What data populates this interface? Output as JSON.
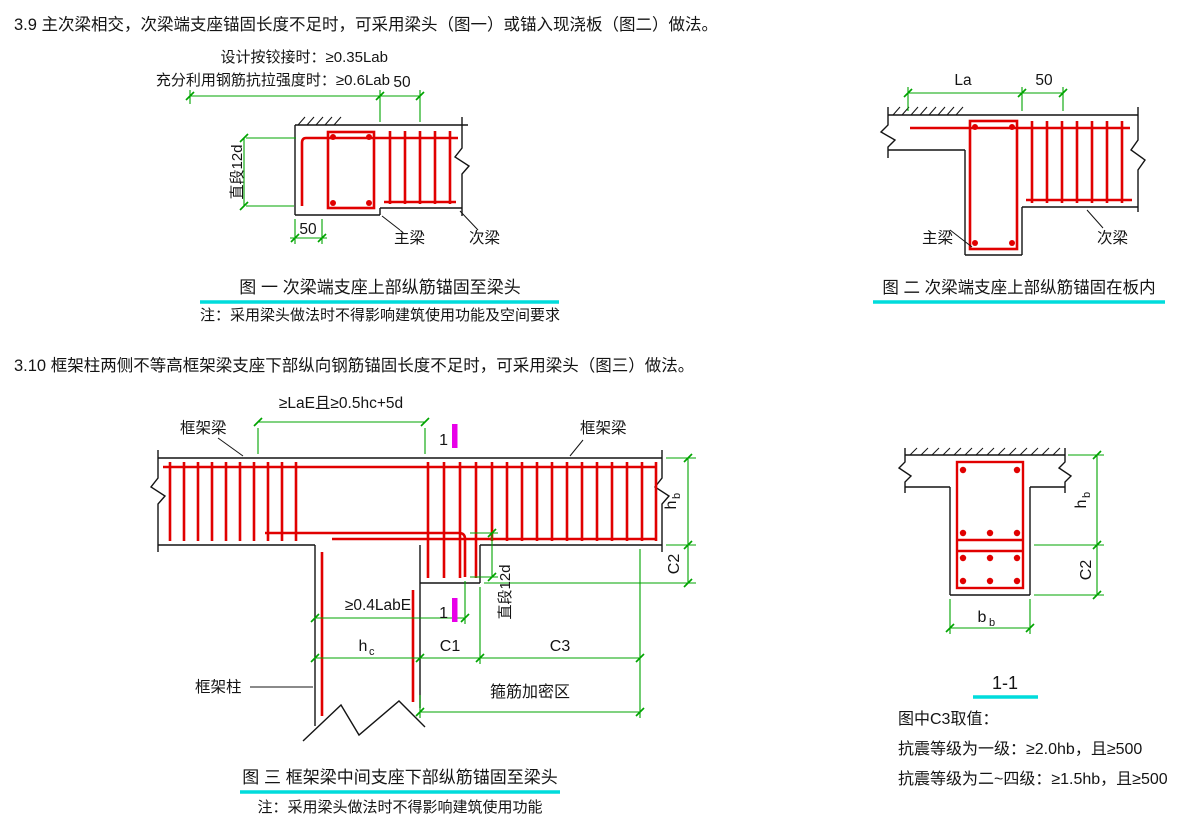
{
  "colors": {
    "rebar": "#e10000",
    "dim": "#00a400",
    "cyan": "#00dcdc",
    "magenta": "#e800e8",
    "line": "#141414"
  },
  "sections": {
    "s39": "3.9 主次梁相交，次梁端支座锚固长度不足时，可采用梁头（图一）或锚入现浇板（图二）做法。",
    "s310": "3.10 框架柱两侧不等高框架梁支座下部纵向钢筋锚固长度不足时，可采用梁头（图三）做法。"
  },
  "fig1": {
    "dim_hinged": "设计按铰接时：≥0.35Lab",
    "dim_full_strength": "充分利用钢筋抗拉强度时：≥0.6Lab",
    "dim_50_top": "50",
    "dim_straight_12d": "直段12d",
    "dim_50_bottom": "50",
    "label_main_beam": "主梁",
    "label_secondary_beam": "次梁",
    "caption": "图 一  次梁端支座上部纵筋锚固至梁头",
    "note": "注：采用梁头做法时不得影响建筑使用功能及空间要求"
  },
  "fig2": {
    "dim_la": "La",
    "dim_50": "50",
    "label_main_beam": "主梁",
    "label_secondary_beam": "次梁",
    "caption": "图 二  次梁端支座上部纵筋锚固在板内"
  },
  "fig3": {
    "dim_lae": "≥LaE且≥0.5hc+5d",
    "label_frame_beam_left": "框架梁",
    "label_frame_beam_right": "框架梁",
    "section_mark_top": "1",
    "section_mark_bottom": "1",
    "dim_04labe": "≥0.4LabE",
    "dim_straight_12d": "直段12d",
    "dim_hb": {
      "main": "h",
      "sub": "b"
    },
    "dim_c2": "C2",
    "dim_hc": {
      "main": "h",
      "sub": "c"
    },
    "dim_c1": "C1",
    "dim_c3": "C3",
    "label_frame_column": "框架柱",
    "label_stirrup_zone": "箍筋加密区",
    "caption": "图 三  框架梁中间支座下部纵筋锚固至梁头",
    "note": "注：采用梁头做法时不得影响建筑使用功能"
  },
  "section11": {
    "dim_hb": {
      "main": "h",
      "sub": "b"
    },
    "dim_c2": "C2",
    "dim_bb": {
      "main": "b",
      "sub": "b"
    },
    "title": "1-1",
    "note_title": "图中C3取值：",
    "note_line1": "抗震等级为一级：≥2.0hb，且≥500",
    "note_line2": "抗震等级为二~四级：≥1.5hb，且≥500"
  }
}
